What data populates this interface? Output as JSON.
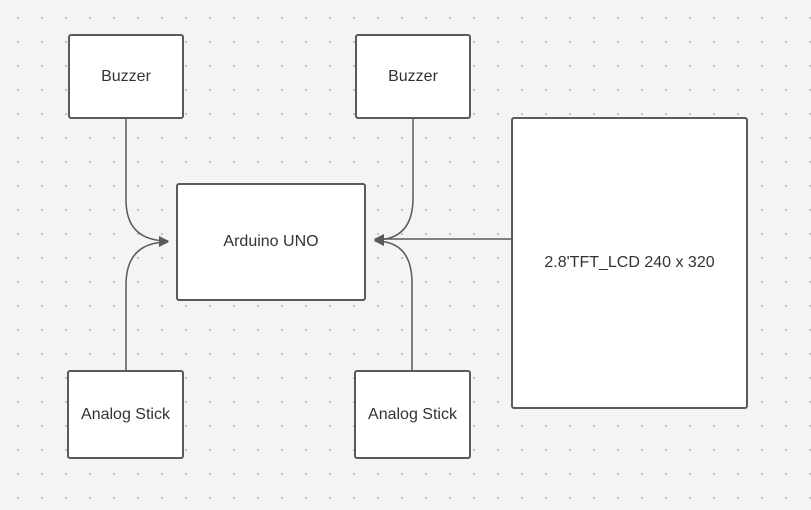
{
  "diagram": {
    "blocks": {
      "buzzer_left": "Buzzer",
      "buzzer_right": "Buzzer",
      "arduino": "Arduino UNO",
      "lcd": "2.8'TFT_LCD 240 x 320",
      "stick_left": "Analog Stick",
      "stick_right": "Analog Stick"
    },
    "connections": [
      {
        "from": "buzzer_left",
        "to": "arduino"
      },
      {
        "from": "stick_left",
        "to": "arduino"
      },
      {
        "from": "buzzer_right",
        "to": "arduino"
      },
      {
        "from": "stick_right",
        "to": "arduino"
      },
      {
        "from": "lcd",
        "to": "arduino"
      }
    ],
    "colors": {
      "stroke": "#5a5a5a",
      "block_fill": "#ffffff",
      "canvas": "#f4f4f4",
      "text": "#333333"
    }
  }
}
